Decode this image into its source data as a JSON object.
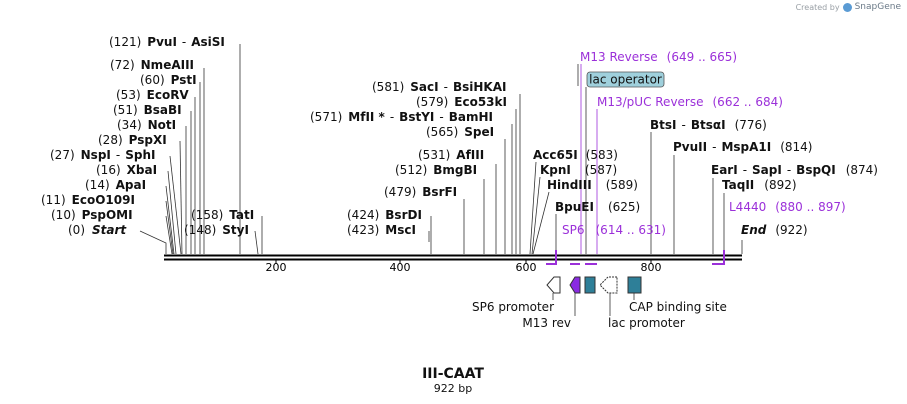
{
  "credit": {
    "prefix": "Created by",
    "brand": "SnapGene"
  },
  "title": "III-CAAT",
  "length_label": "922 bp",
  "sites": [
    {
      "pos": "(121)",
      "name": "PvuI",
      "name2": "AsiSI"
    },
    {
      "pos": "(72)",
      "name": "NmeAIII"
    },
    {
      "pos": "(60)",
      "name": "PstI"
    },
    {
      "pos": "(53)",
      "name": "EcoRV"
    },
    {
      "pos": "(51)",
      "name": "BsaBI"
    },
    {
      "pos": "(34)",
      "name": "NotI"
    },
    {
      "pos": "(28)",
      "name": "PspXI"
    },
    {
      "pos": "(27)",
      "name": "NspI",
      "name2": "SphI"
    },
    {
      "pos": "(16)",
      "name": "XbaI"
    },
    {
      "pos": "(14)",
      "name": "ApaI"
    },
    {
      "pos": "(11)",
      "name": "EcoO109I"
    },
    {
      "pos": "(10)",
      "name": "PspOMI"
    },
    {
      "pos": "(0)",
      "name": "Start"
    },
    {
      "pos": "(158)",
      "name": "TatI"
    },
    {
      "pos": "(148)",
      "name": "StyI"
    },
    {
      "pos": "(581)",
      "name": "SacI",
      "name2": "BsiHKAI"
    },
    {
      "pos": "(579)",
      "name": "Eco53kI"
    },
    {
      "pos": "(571)",
      "name": "MfII *",
      "name2": "BstYI",
      "name3": "BamHI"
    },
    {
      "pos": "(565)",
      "name": "SpeI"
    },
    {
      "pos": "(531)",
      "name": "AfIII"
    },
    {
      "pos": "(512)",
      "name": "BmgBI"
    },
    {
      "pos": "(479)",
      "name": "BsrFI"
    },
    {
      "pos": "(424)",
      "name": "BsrDI"
    },
    {
      "pos": "(423)",
      "name": "MscI"
    },
    {
      "pos": "(583)",
      "name": "Acc65I"
    },
    {
      "pos": "(587)",
      "name": "KpnI"
    },
    {
      "pos": "(589)",
      "name": "HindIII"
    },
    {
      "pos": "(625)",
      "name": "BpuEI"
    },
    {
      "pos": "(776)",
      "name": "BtsI",
      "name2": "BtsαI"
    },
    {
      "pos": "(814)",
      "name": "PvuII",
      "name2": "MspA1I"
    },
    {
      "pos": "(874)",
      "name": "EarI",
      "name2": "SapI",
      "name3": "BspQI"
    },
    {
      "pos": "(892)",
      "name": "TaqII"
    },
    {
      "pos": "(922)",
      "name": "End"
    }
  ],
  "primers": [
    {
      "name": "M13 Reverse",
      "range": "(649 .. 665)"
    },
    {
      "name": "M13/pUC Reverse",
      "range": "(662 .. 684)"
    },
    {
      "name": "L4440",
      "range": "(880 .. 897)"
    },
    {
      "name": "SP6",
      "range": "(614 .. 631)"
    }
  ],
  "boxed_label": "lac operator",
  "axis_ticks": [
    "200",
    "400",
    "600",
    "800"
  ],
  "features": [
    "SP6 promoter",
    "M13 rev",
    "lac promoter",
    "CAP binding site"
  ],
  "colors": {
    "primer": "#9b30d9",
    "feature_teal": "#2e7f98",
    "feature_purple": "#8a2be2",
    "lac_operator_fill": "#9fd0dc",
    "backbone": "#000000"
  }
}
